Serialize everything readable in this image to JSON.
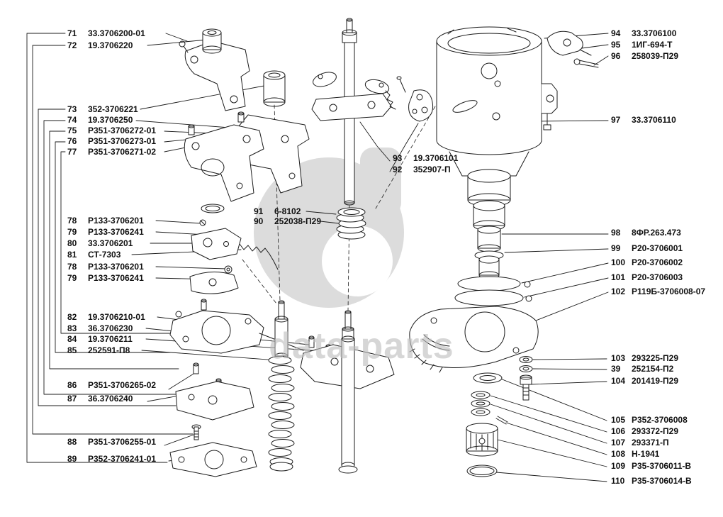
{
  "watermark": {
    "text": "data-parts"
  },
  "callouts": {
    "left": [
      {
        "num": "71",
        "code": "33.3706200-01"
      },
      {
        "num": "72",
        "code": "19.3706220"
      },
      {
        "num": "73",
        "code": "352-3706221"
      },
      {
        "num": "74",
        "code": "19.3706250"
      },
      {
        "num": "75",
        "code": "Р351-3706272-01"
      },
      {
        "num": "76",
        "code": "Р351-3706273-01"
      },
      {
        "num": "77",
        "code": "Р351-3706271-02"
      },
      {
        "num": "78",
        "code": "Р133-3706201"
      },
      {
        "num": "79",
        "code": "Р133-3706241"
      },
      {
        "num": "80",
        "code": "33.3706201"
      },
      {
        "num": "81",
        "code": "СТ-7303"
      },
      {
        "num": "78",
        "code": "Р133-3706201"
      },
      {
        "num": "79",
        "code": "Р133-3706241"
      },
      {
        "num": "82",
        "code": "19.3706210-01"
      },
      {
        "num": "83",
        "code": "36.3706230"
      },
      {
        "num": "84",
        "code": "19.3706211"
      },
      {
        "num": "85",
        "code": "252591-П8"
      },
      {
        "num": "86",
        "code": "Р351-3706265-02"
      },
      {
        "num": "87",
        "code": "36.3706240"
      },
      {
        "num": "88",
        "code": "Р351-3706255-01"
      },
      {
        "num": "89",
        "code": "Р352-3706241-01"
      }
    ],
    "middle": [
      {
        "num": "91",
        "code": "6-8102"
      },
      {
        "num": "90",
        "code": "252038-П29"
      },
      {
        "num": "93",
        "code": "19.3706101"
      },
      {
        "num": "92",
        "code": "352907-П"
      }
    ],
    "right": [
      {
        "num": "94",
        "code": "33.3706100"
      },
      {
        "num": "95",
        "code": "1ИГ-694-Т"
      },
      {
        "num": "96",
        "code": "258039-П29"
      },
      {
        "num": "97",
        "code": "33.3706110"
      },
      {
        "num": "98",
        "code": "8ФР.263.473"
      },
      {
        "num": "99",
        "code": "Р20-3706001"
      },
      {
        "num": "100",
        "code": "Р20-3706002"
      },
      {
        "num": "101",
        "code": "Р20-3706003"
      },
      {
        "num": "102",
        "code": "Р119Б-3706008-07"
      },
      {
        "num": "103",
        "code": "293225-П29"
      },
      {
        "num": "39",
        "code": "252154-П2"
      },
      {
        "num": "104",
        "code": "201419-П29"
      },
      {
        "num": "105",
        "code": "Р352-3706008"
      },
      {
        "num": "106",
        "code": "293372-П29"
      },
      {
        "num": "107",
        "code": "293371-П"
      },
      {
        "num": "108",
        "code": "Н-1941"
      },
      {
        "num": "109",
        "code": "Р35-3706011-В"
      },
      {
        "num": "110",
        "code": "Р35-3706014-В"
      }
    ]
  }
}
